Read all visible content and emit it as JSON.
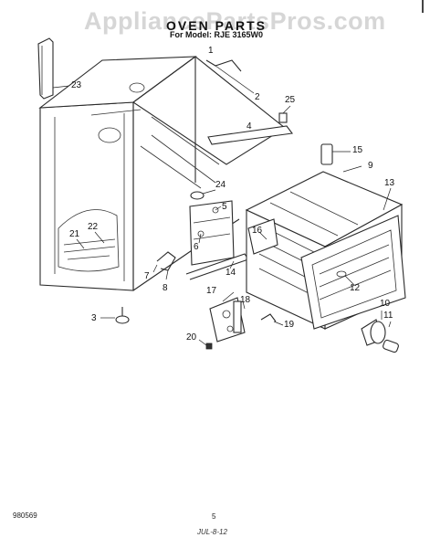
{
  "watermark": "AppliancePartsPros.com",
  "title": "OVEN PARTS",
  "subtitle": "For Model: RJE 3165W0",
  "footer": {
    "left_code": "980569",
    "page_number": "5",
    "signature": "JUL-8-12"
  },
  "callouts": [
    {
      "id": "1",
      "label": "1"
    },
    {
      "id": "2",
      "label": "2"
    },
    {
      "id": "3",
      "label": "3"
    },
    {
      "id": "4",
      "label": "4"
    },
    {
      "id": "5",
      "label": "5"
    },
    {
      "id": "6",
      "label": "6"
    },
    {
      "id": "7",
      "label": "7"
    },
    {
      "id": "8",
      "label": "8"
    },
    {
      "id": "9",
      "label": "9"
    },
    {
      "id": "10",
      "label": "10"
    },
    {
      "id": "11",
      "label": "11"
    },
    {
      "id": "12",
      "label": "12"
    },
    {
      "id": "13",
      "label": "13"
    },
    {
      "id": "14",
      "label": "14"
    },
    {
      "id": "15",
      "label": "15"
    },
    {
      "id": "16",
      "label": "16"
    },
    {
      "id": "17",
      "label": "17"
    },
    {
      "id": "18",
      "label": "18"
    },
    {
      "id": "19",
      "label": "19"
    },
    {
      "id": "20",
      "label": "20"
    },
    {
      "id": "21",
      "label": "21"
    },
    {
      "id": "22",
      "label": "22"
    },
    {
      "id": "23",
      "label": "23"
    },
    {
      "id": "24",
      "label": "24"
    },
    {
      "id": "25",
      "label": "25"
    }
  ]
}
